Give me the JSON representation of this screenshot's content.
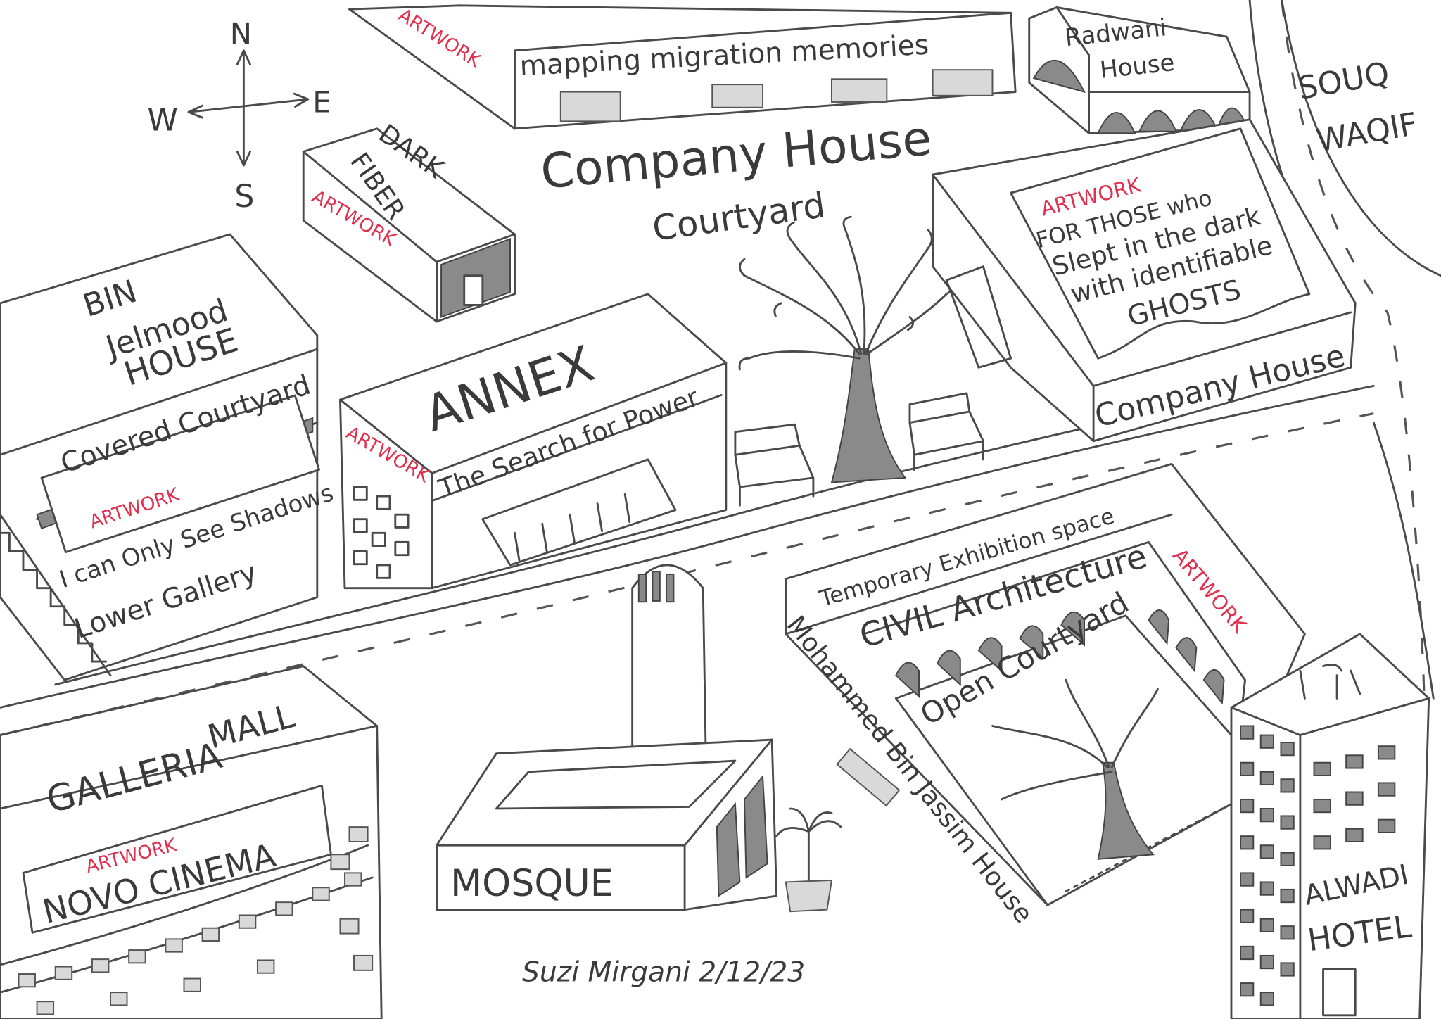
{
  "colors": {
    "ink": "#3a3a3a",
    "artwork_label": "#e0304e",
    "paper": "#ffffff"
  },
  "compass": {
    "n": "N",
    "s": "S",
    "e": "E",
    "w": "W"
  },
  "artwork_label": "ARTWORK",
  "buildings": {
    "mapping": {
      "title": "mapping migration memories"
    },
    "radwani": {
      "line1": "Radwani",
      "line2": "House"
    },
    "souq": {
      "line1": "SOUQ",
      "line2": "WAQIF"
    },
    "company_courtyard": {
      "title": "Company House",
      "subtitle": "Courtyard"
    },
    "dark_fiber": {
      "line1": "DARK",
      "line2": "FIBER"
    },
    "company_house": {
      "title": "Company House",
      "artwork_lines": [
        "FOR THOSE who",
        "Slept in the dark",
        "with identifiable",
        "GHOSTS"
      ]
    },
    "bin_jelmood": {
      "line1": "BIN",
      "line2": "Jelmood",
      "line3": "HOUSE",
      "courtyard": "Covered Courtyard",
      "artwork": "I can Only See Shadows",
      "gallery": "Lower Gallery"
    },
    "annex": {
      "title": "ANNEX",
      "artwork": "The Search for Power"
    },
    "mosque": {
      "title": "MOSQUE"
    },
    "mohammed": {
      "title": "Mohammed Bin Jassim House",
      "exhibition": "Temporary Exhibition space",
      "civil": "CIVIL Architecture",
      "courtyard": "Open Courtyard"
    },
    "alwadi": {
      "line1": "ALWADI",
      "line2": "HOTEL"
    },
    "galleria": {
      "line1": "GALLERIA",
      "line2": "MALL",
      "cinema": "NOVO CINEMA"
    }
  },
  "signature": "Suzi Mirgani 2/12/23"
}
